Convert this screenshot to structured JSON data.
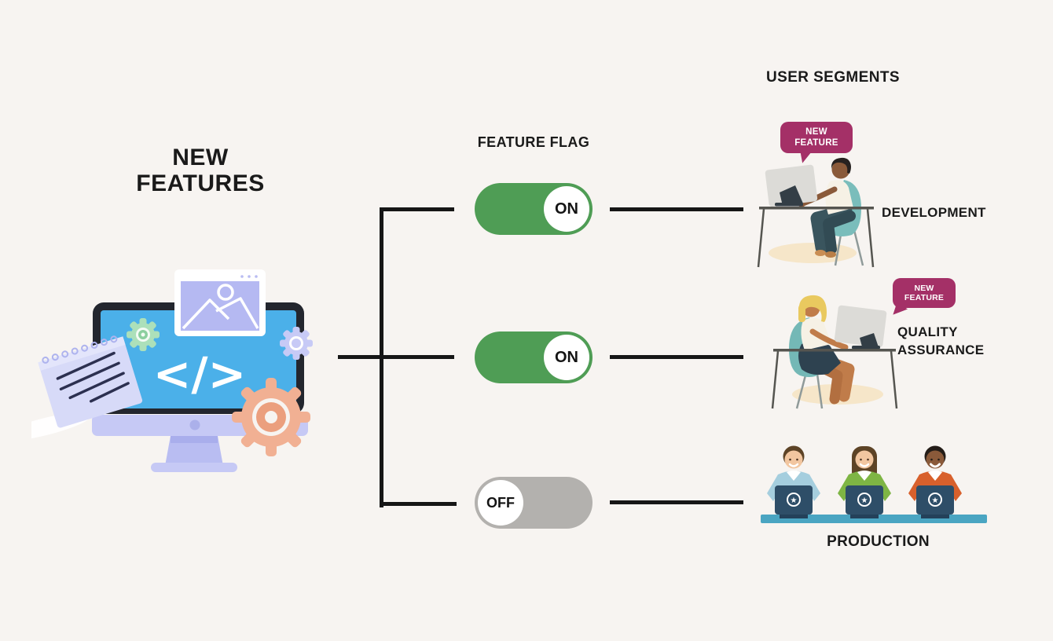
{
  "left": {
    "title_line1": "NEW",
    "title_line2": "FEATURES"
  },
  "flag_column": {
    "heading": "FEATURE FLAG"
  },
  "toggles": [
    {
      "segment": "development",
      "label": "ON",
      "state": "on"
    },
    {
      "segment": "quality-assurance",
      "label": "ON",
      "state": "on"
    },
    {
      "segment": "production",
      "label": "OFF",
      "state": "off"
    }
  ],
  "segments_column": {
    "heading": "USER SEGMENTS"
  },
  "segments": [
    {
      "name": "development",
      "label": "DEVELOPMENT",
      "bubble_line1": "NEW",
      "bubble_line2": "FEATURE"
    },
    {
      "name": "quality-assurance",
      "label_line1": "QUALITY",
      "label_line2": "ASSURANCE",
      "bubble_line1": "NEW",
      "bubble_line2": "FEATURE"
    },
    {
      "name": "production",
      "label": "PRODUCTION"
    }
  ],
  "icons": {
    "star": "★",
    "code": "</>"
  },
  "colors": {
    "toggle_on": "#4f9d55",
    "toggle_off": "#b3b1ae",
    "speech_bubble": "#a43067",
    "connector": "#161616",
    "production_table": "#4aa5c2",
    "monitor_screen": "#4bb0e9"
  }
}
